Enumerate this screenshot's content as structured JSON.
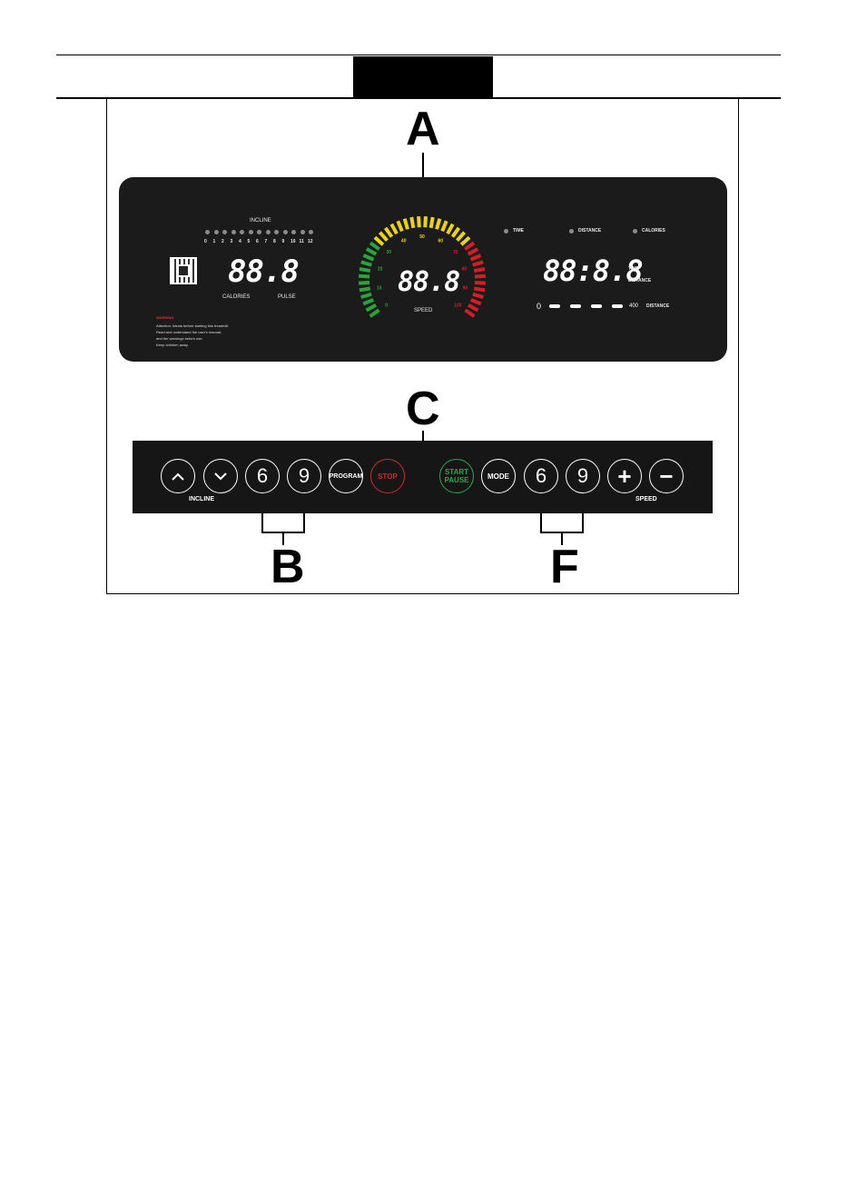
{
  "callouts": {
    "a": "A",
    "b": "B",
    "c": "C",
    "f": "F"
  },
  "display": {
    "incline_label": "INCLINE",
    "incline_scale": [
      "0",
      "1",
      "2",
      "3",
      "4",
      "5",
      "6",
      "7",
      "8",
      "9",
      "10",
      "11",
      "12"
    ],
    "left_readout": "88.8",
    "calories_label": "CALORIES",
    "pulse_label": "PULSE",
    "warning_title": "WARNING",
    "warning_lines": [
      "Attention: hands before starting this treadmill.",
      "Read and understand the user's manual,",
      "and the warnings before use.",
      "Keep children away."
    ],
    "speed_readout": "88.8",
    "speed_label": "SPEED",
    "gauge_ticks": [
      "0",
      "10",
      "20",
      "30",
      "40",
      "50",
      "60",
      "70",
      "80",
      "90",
      "100"
    ],
    "mode_leds": [
      "TIME",
      "DISTANCE",
      "CALORIES"
    ],
    "right_readout": "88:8.8",
    "time_label": "TIME",
    "distance_label": "DISTANCE",
    "track_start": "0",
    "track_end": "400",
    "track_label": "DISTANCE"
  },
  "keypad": {
    "incline_label": "INCLINE",
    "speed_label": "SPEED",
    "incline_quick": [
      "6",
      "9"
    ],
    "speed_quick": [
      "6",
      "9"
    ],
    "program_label": "PROGRAM",
    "stop_label": "STOP",
    "start_label": [
      "START",
      "PAUSE"
    ],
    "mode_label": "MODE",
    "plus": "+",
    "minus": "−"
  },
  "colors": {
    "stop": "#d42a2a",
    "start": "#2ea84a",
    "gauge_green": "#2aa33a",
    "gauge_yellow": "#e9d21d",
    "gauge_red": "#d41e26"
  }
}
